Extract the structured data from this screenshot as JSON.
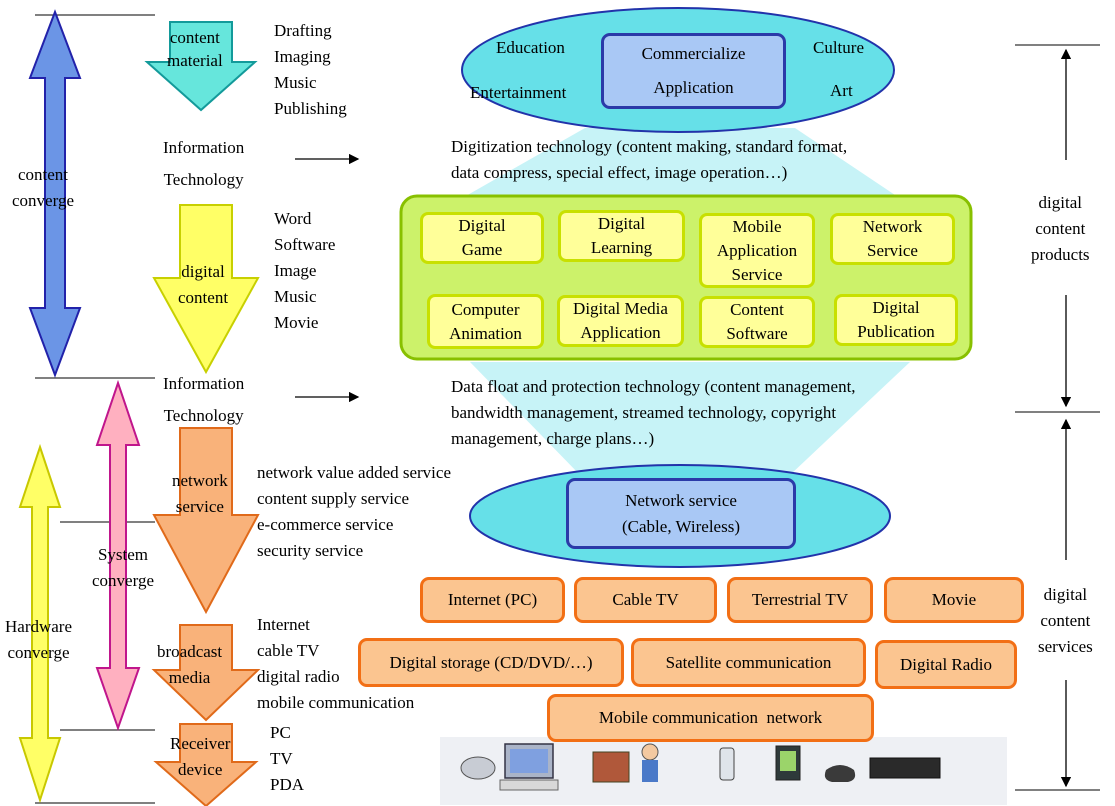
{
  "left_labels": {
    "content_converge": "content\nconverge",
    "system_converge": "System\nconverge",
    "hardware_converge": "Hardware\nconverge"
  },
  "flow": {
    "content_material": "content\nmaterial",
    "content_material_items": [
      "Drafting",
      "Imaging",
      "Music",
      "Publishing"
    ],
    "info_tech_1": "Information\nTechnology",
    "digital_content": "digital\ncontent",
    "digital_content_items": [
      "Word",
      "Software",
      "Image",
      "Music",
      "Movie"
    ],
    "info_tech_2": "Information\nTechnology",
    "network_service": "network\nservice",
    "network_service_items": [
      "network value added service",
      "content supply service",
      "e-commerce service",
      "security service"
    ],
    "broadcast_media": "broadcast\nmedia",
    "broadcast_media_items": [
      "Internet",
      "cable TV",
      "digital radio",
      "mobile communication"
    ],
    "receiver_device": "Receiver\ndevice",
    "receiver_device_items": [
      "PC",
      "TV",
      "PDA"
    ]
  },
  "top_ellipse": {
    "center": "Commercialize\nApplication",
    "education": "Education",
    "culture": "Culture",
    "entertainment": "Entertainment",
    "art": "Art"
  },
  "digitization_text": "Digitization technology (content making, standard format,\ndata compress, special effect, image operation…)",
  "products": [
    "Digital\nGame",
    "Digital\nLearning",
    "Mobile\nApplication\nService",
    "Network\nService",
    "Computer\nAnimation",
    "Digital Media\nApplication",
    "Content\nSoftware",
    "Digital\nPublication"
  ],
  "protection_text": "Data float and protection technology (content management,\nbandwidth management, streamed technology, copyright\nmanagement, charge plans…)",
  "network_ellipse": "Network service\n(Cable, Wireless)",
  "services": [
    "Internet (PC)",
    "Cable TV",
    "Terrestrial TV",
    "Movie",
    "Digital storage (CD/DVD/…)",
    "Satellite communication",
    "Digital Radio",
    "Mobile communication  network"
  ],
  "right_labels": {
    "products": "digital\ncontent\nproducts",
    "services": "digital\ncontent\nservices"
  },
  "colors": {
    "blue_arrow": "#6b95e6",
    "teal_arrow": "#66e6dc",
    "yellow_arrow": "#ffff66",
    "orange_arrow": "#f9b27a",
    "pink_arrow": "#ffb0c0",
    "green_panel": "#ccf26a",
    "ellipse_fill": "#66e0e8"
  }
}
